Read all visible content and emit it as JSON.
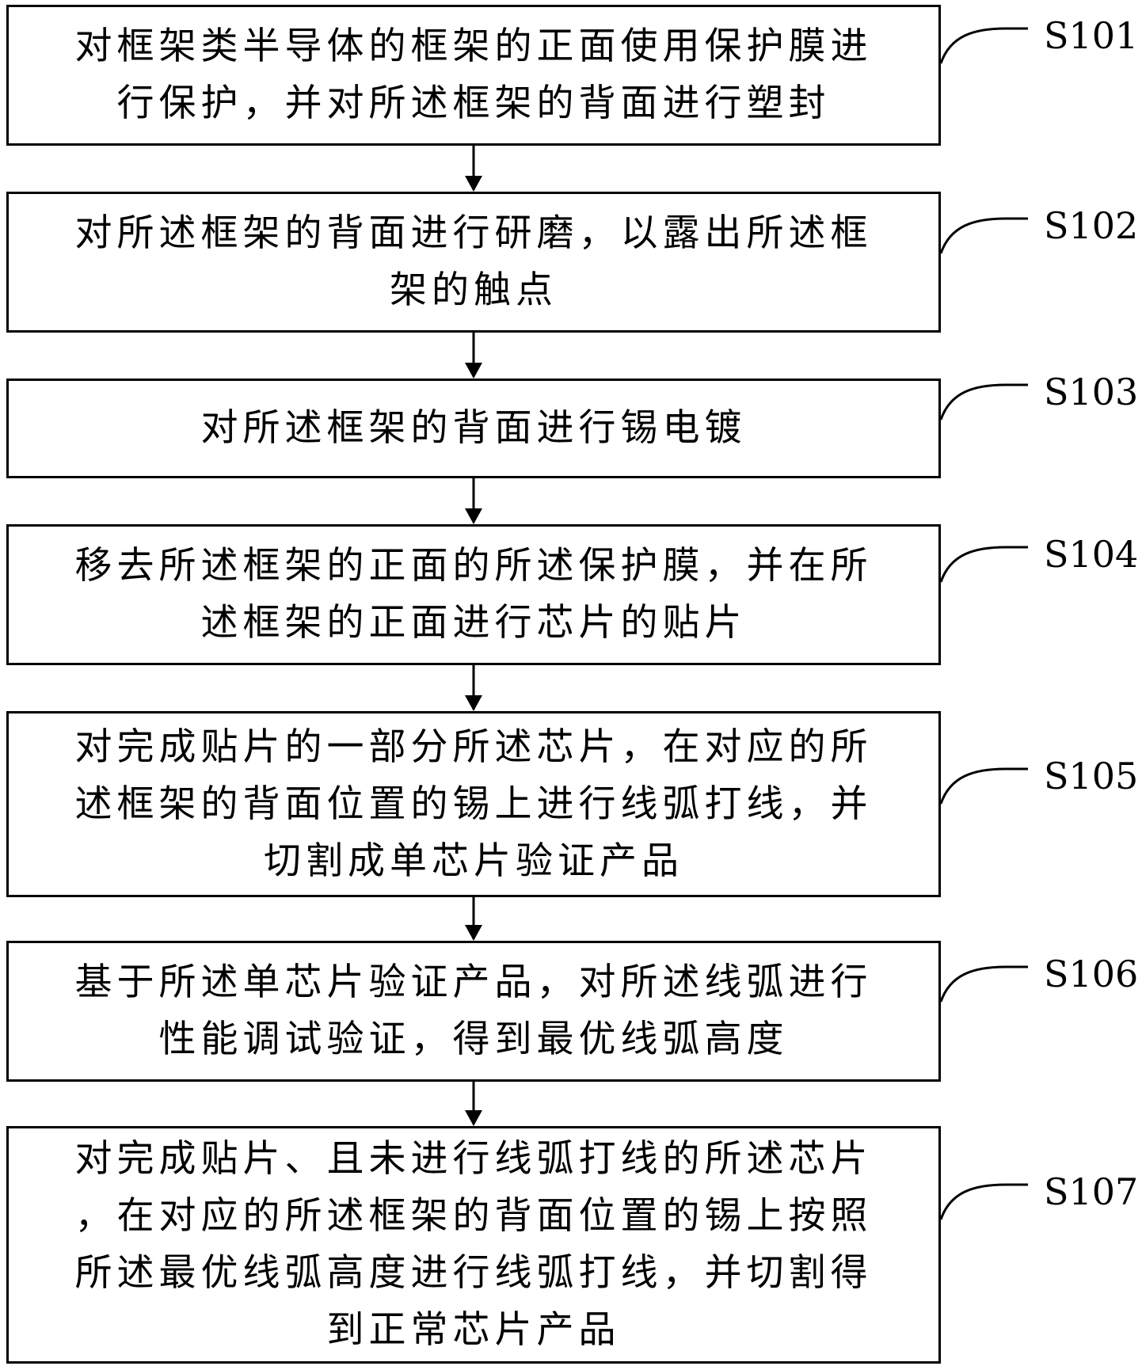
{
  "steps": [
    {
      "label": "S101",
      "text": "对框架类半导体的框架的正面使用保护膜进\n行保护，并对所述框架的背面进行塑封"
    },
    {
      "label": "S102",
      "text": "对所述框架的背面进行研磨，以露出所述框\n架的触点"
    },
    {
      "label": "S103",
      "text": "对所述框架的背面进行锡电镀"
    },
    {
      "label": "S104",
      "text": "移去所述框架的正面的所述保护膜，并在所\n述框架的正面进行芯片的贴片"
    },
    {
      "label": "S105",
      "text": "对完成贴片的一部分所述芯片，在对应的所\n述框架的背面位置的锡上进行线弧打线，并\n切割成单芯片验证产品"
    },
    {
      "label": "S106",
      "text": "基于所述单芯片验证产品，对所述线弧进行\n性能调试验证，得到最优线弧高度"
    },
    {
      "label": "S107",
      "text": "对完成贴片、且未进行线弧打线的所述芯片\n，在对应的所述框架的背面位置的锡上按照\n所述最优线弧高度进行线弧打线，并切割得\n到正常芯片产品"
    }
  ]
}
